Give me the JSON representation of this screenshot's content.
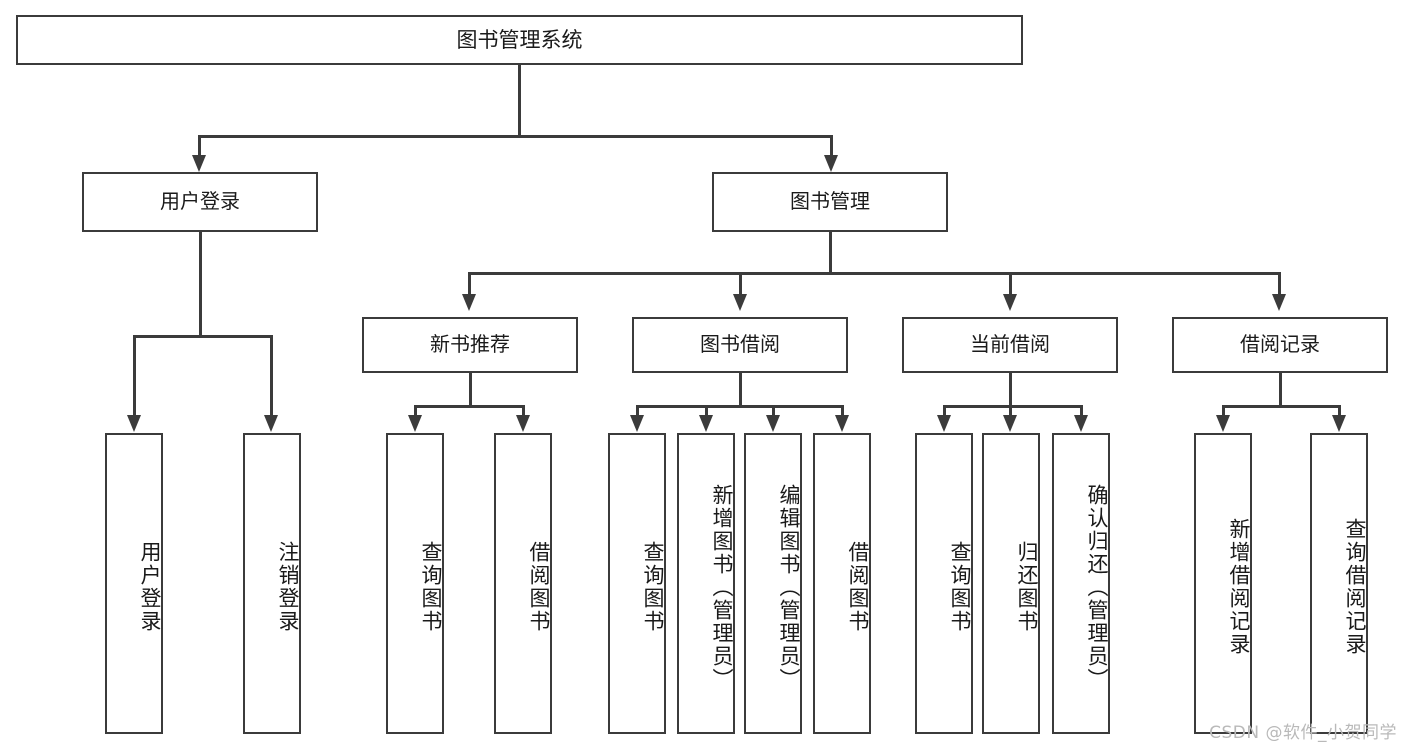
{
  "diagram": {
    "title": "图书管理系统",
    "watermark": "CSDN @软件_小贺同学",
    "colors": {
      "stroke": "#3b3b3b",
      "fill": "#ffffff",
      "text": "#1a1a1a",
      "watermark": "#b9b9b9"
    },
    "root": {
      "label": "图书管理系统"
    },
    "level1": [
      {
        "label": "用户登录"
      },
      {
        "label": "图书管理"
      }
    ],
    "level2": [
      {
        "label": "新书推荐"
      },
      {
        "label": "图书借阅"
      },
      {
        "label": "当前借阅"
      },
      {
        "label": "借阅记录"
      }
    ],
    "leaves": {
      "user_login": [
        {
          "label": "用户登录"
        },
        {
          "label": "注销登录"
        }
      ],
      "new_book_recommend": [
        {
          "label": "查询图书"
        },
        {
          "label": "借阅图书"
        }
      ],
      "book_borrow": [
        {
          "label": "查询图书"
        },
        {
          "label": "新增图书（管理员）"
        },
        {
          "label": "编辑图书（管理员）"
        },
        {
          "label": "借阅图书"
        }
      ],
      "current_borrow": [
        {
          "label": "查询图书"
        },
        {
          "label": "归还图书"
        },
        {
          "label": "确认归还（管理员）"
        }
      ],
      "borrow_record": [
        {
          "label": "新增借阅记录"
        },
        {
          "label": "查询借阅记录"
        }
      ]
    }
  }
}
